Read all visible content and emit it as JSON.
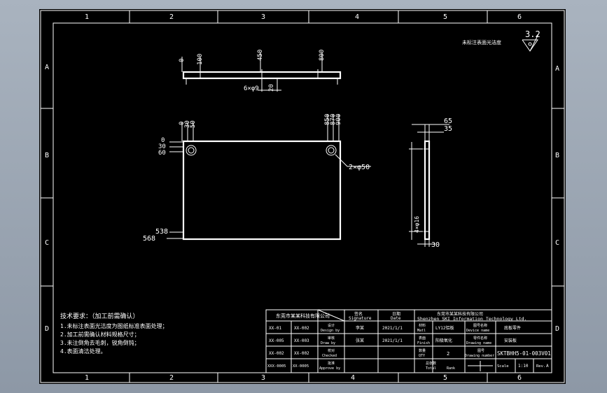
{
  "frame": {
    "col_labels_top": [
      "1",
      "2",
      "3",
      "4",
      "5",
      "6"
    ],
    "col_labels_bottom": [
      "1",
      "2",
      "3",
      "4",
      "5",
      "6"
    ],
    "row_labels_left": [
      "A",
      "B",
      "C",
      "D"
    ],
    "row_labels_right": [
      "A",
      "B",
      "C",
      "D"
    ]
  },
  "surface_note": "未标注表面光洁度",
  "roughness": "3.2",
  "top_view": {
    "dims": [
      "0",
      "100",
      "450",
      "800"
    ],
    "bottom_dims": [
      "6×φ9",
      "20"
    ]
  },
  "front_view": {
    "top_dims": [
      "0",
      "30",
      "50",
      "850",
      "870",
      "900"
    ],
    "left_dims": [
      "0",
      "30",
      "60"
    ],
    "bottom_left_dims": [
      "538",
      "568"
    ],
    "hole_note": "2×φ50"
  },
  "side_view": {
    "dims": [
      "65",
      "35",
      "30",
      "4×φ16"
    ]
  },
  "tech_notes": [
    "技术要求：（加工前需确认）",
    "1.未标注表面光洁度为图纸标准表面处理；",
    "2.加工前需确认材料规格尺寸；",
    "3.未注倒角去毛刺，锐角倒钝；",
    "4.表面清洁处理。"
  ],
  "title_block": {
    "header_company": "东莞市某某科技有限公司",
    "company_en": "Shenzhen SKI Information Technology Ltd.",
    "col_headers": [
      {
        "cn": "签名",
        "en": "Signature"
      },
      {
        "cn": "日期",
        "en": "Date"
      }
    ],
    "rows": [
      {
        "code": "XX-01",
        "rev": "XX-002",
        "role_cn": "设计",
        "role_en": "Design by",
        "sign": "李某",
        "date": "2021/1/1",
        "f1_cn": "材料",
        "f1_en": "Matl",
        "v1": "LY12铝板",
        "f2_cn": "图号名称",
        "f2_en": "Device name",
        "v2": "底板零件"
      },
      {
        "code": "XX-005",
        "rev": "XX-003",
        "role_cn": "审核",
        "role_en": "Draw by",
        "sign": "张某",
        "date": "2021/1/1",
        "f1_cn": "表面",
        "f1_en": "Finish",
        "v1": "阳极氧化",
        "f2_cn": "零件名称",
        "f2_en": "Drawing name",
        "v2": "安装板"
      },
      {
        "code": "XX-002",
        "rev": "XX-002",
        "role_cn": "校对",
        "role_en": "Checked",
        "sign": "",
        "date": "",
        "f1_cn": "数量",
        "f1_en": "QTY",
        "v1": "2",
        "f2_cn": "图号",
        "f2_en": "Drawing number",
        "v2": "SKTBHH5-01-003V01"
      },
      {
        "code": "XXX-0005",
        "rev": "XX-0005",
        "role_cn": "批准",
        "role_en": "Approve by",
        "sign": "",
        "date": "",
        "f1_cn": "总张数",
        "f1_en": "Total",
        "v1": "Rank",
        "f2_cn": "",
        "f2_en": "",
        "v2": ""
      }
    ],
    "scale_label": "Scale",
    "scale_value": "1:10",
    "rev_label": "Rev.",
    "rev_value": "A"
  }
}
